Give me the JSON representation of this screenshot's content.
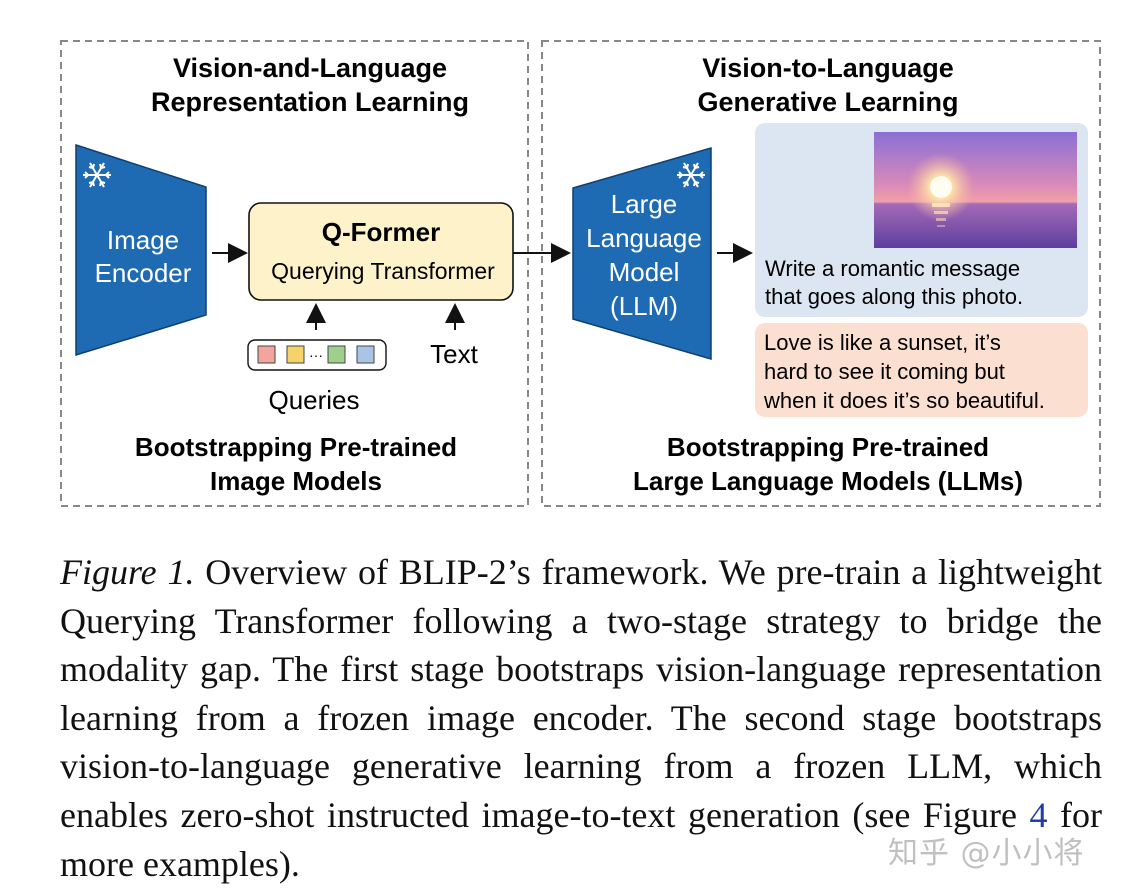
{
  "left_panel": {
    "title_line1": "Vision-and-Language",
    "title_line2": "Representation Learning",
    "image_encoder_line1": "Image",
    "image_encoder_line2": "Encoder",
    "qformer_title": "Q-Former",
    "qformer_subtitle": "Querying Transformer",
    "queries_label": "Queries",
    "queries_ellipsis": "···",
    "text_label": "Text",
    "bottom_line1": "Bootstrapping Pre-trained",
    "bottom_line2": "Image Models"
  },
  "right_panel": {
    "title_line1": "Vision-to-Language",
    "title_line2": "Generative Learning",
    "llm_line1": "Large",
    "llm_line2": "Language",
    "llm_line3": "Model",
    "llm_line4": "(LLM)",
    "prompt_line1": "Write a romantic message",
    "prompt_line2": "that goes along this photo.",
    "response_line1": "Love is like a sunset, it’s",
    "response_line2": "hard to see it coming but",
    "response_line3": "when it does it’s so beautiful.",
    "bottom_line1": "Bootstrapping Pre-trained",
    "bottom_line2": "Large Language Models (LLMs)"
  },
  "icons": [
    "snowflake-icon",
    "arrow-right-icon",
    "arrow-up-icon"
  ],
  "colors": {
    "encoder_blue": "#1f6bb3",
    "qformer_fill": "#fdf2c9",
    "prompt_fill": "#dce6f3",
    "response_fill": "#fbe0d2",
    "query_red": "#f2a59b",
    "query_yellow": "#f5d36a",
    "query_green": "#9fcf8c",
    "query_blue": "#a9c4e6"
  },
  "caption": {
    "label": "Figure 1.",
    "text_before_ref": " Overview of BLIP-2’s framework.  We pre-train a lightweight Querying Transformer following a two-stage strategy to bridge the modality gap. The first stage bootstraps vision-language representation learning from a frozen image encoder. The second stage bootstraps vision-to-language generative learning from a frozen LLM, which enables zero-shot instructed image-to-text generation (see Figure ",
    "ref": "4",
    "text_after_ref": " for more examples)."
  },
  "watermark": "知乎 @小小将"
}
